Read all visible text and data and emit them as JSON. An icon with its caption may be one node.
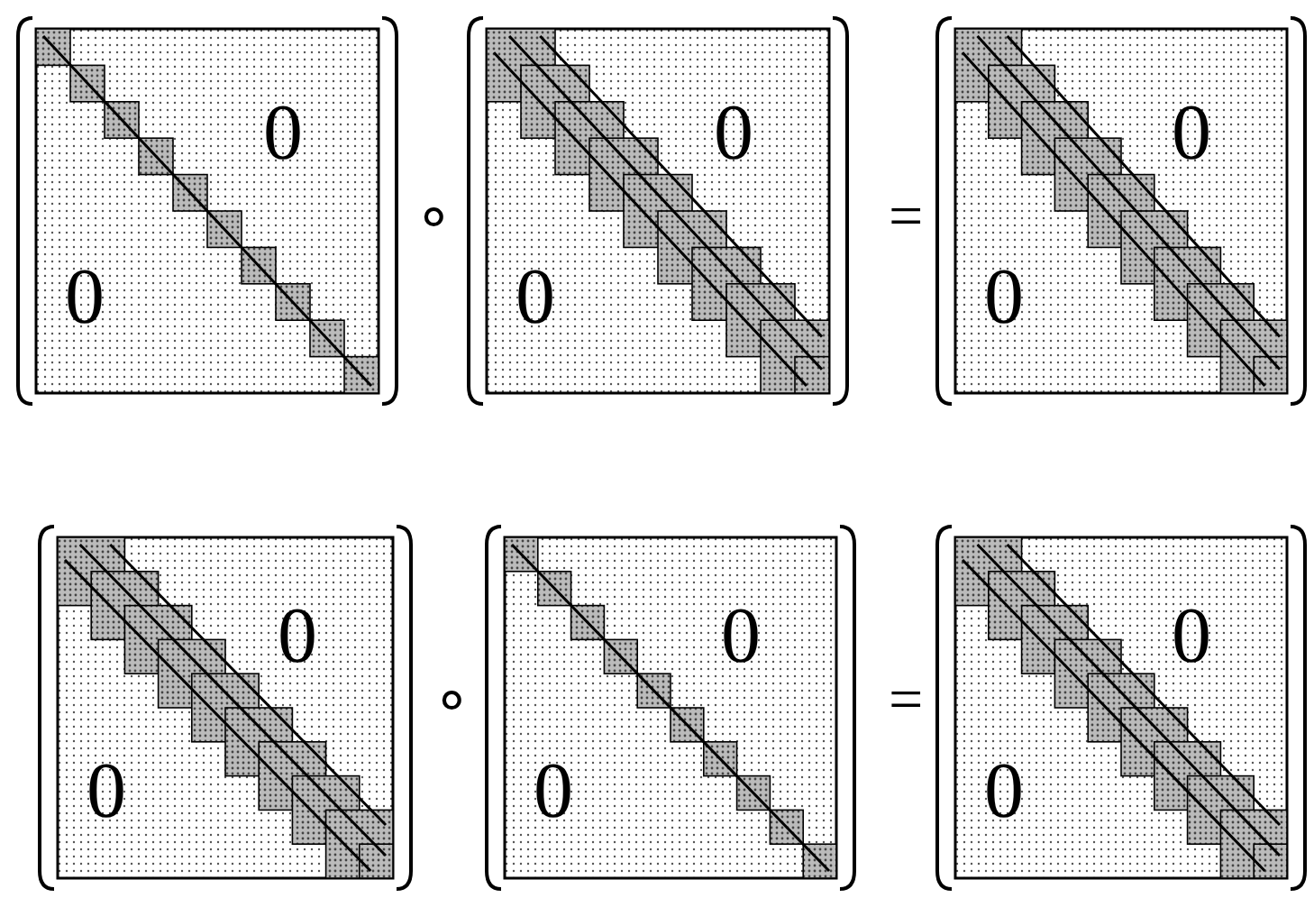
{
  "diagram": {
    "nodes": [
      {
        "text": [
          "0",
          "0"
        ]
      },
      {
        "text": [
          "0",
          "0"
        ]
      },
      {
        "text": [
          "0",
          "0"
        ]
      },
      {
        "text": [
          "0",
          "0"
        ]
      },
      {
        "text": [
          "0",
          "0"
        ]
      },
      {
        "text": [
          "0",
          "0"
        ]
      }
    ],
    "labels": [
      "∘",
      "=",
      "∘",
      "="
    ]
  }
}
